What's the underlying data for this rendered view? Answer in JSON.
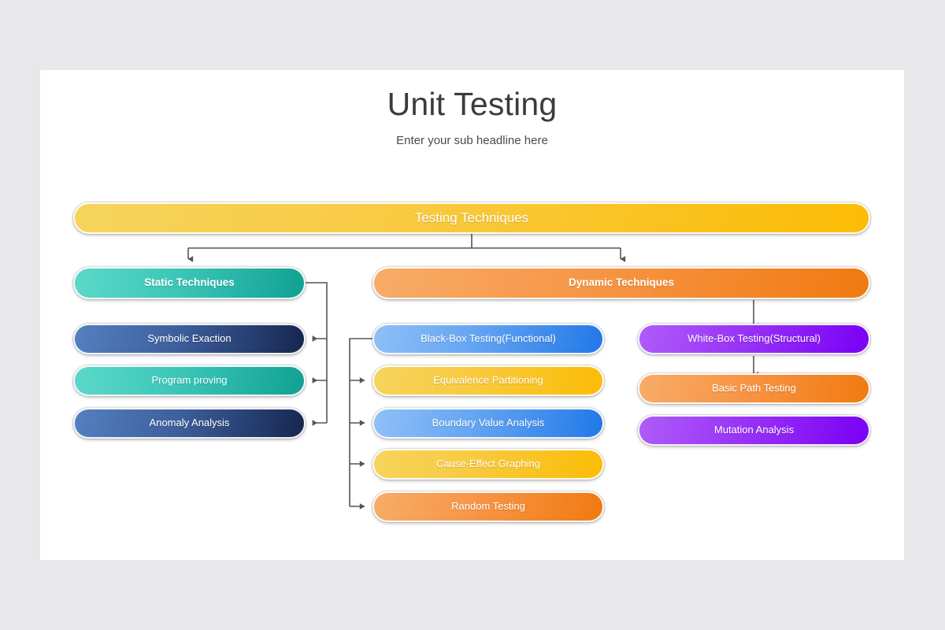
{
  "page": {
    "background_color": "#e8e8ea",
    "slide_background": "#ffffff"
  },
  "header": {
    "title": "Unit Testing",
    "subtitle": "Enter your sub headline here"
  },
  "diagram": {
    "type": "hierarchy-tree",
    "root": {
      "label": "Testing Techniques",
      "color": "#fcbc05",
      "palette": "gold"
    },
    "branches": [
      {
        "label": "Static Techniques",
        "color": "#10a193",
        "palette": "teal",
        "children": [
          {
            "label": "Symbolic Exaction",
            "color": "#16264f",
            "palette": "navy"
          },
          {
            "label": "Program proving",
            "color": "#10a193",
            "palette": "teal"
          },
          {
            "label": "Anomaly Analysis",
            "color": "#16264f",
            "palette": "navy"
          }
        ]
      },
      {
        "label": "Dynamic Techniques",
        "color": "#f07a10",
        "palette": "orange",
        "children": [
          {
            "label": "Black-Box Testing(Functional)",
            "color": "#2278e8",
            "palette": "blue"
          },
          {
            "label": "Equivalence Partitioning",
            "color": "#fcbc05",
            "palette": "gold"
          },
          {
            "label": "Boundary Value Analysis",
            "color": "#2278e8",
            "palette": "blue"
          },
          {
            "label": "Cause-Effect Graphing",
            "color": "#fcbc05",
            "palette": "gold"
          },
          {
            "label": "Random Testing",
            "color": "#f07a10",
            "palette": "orange"
          },
          {
            "label": "White-Box Testing(Structural)",
            "color": "#7a00f4",
            "palette": "purple"
          },
          {
            "label": "Basic Path Testing",
            "color": "#f07a10",
            "palette": "orange"
          },
          {
            "label": "Mutation Analysis",
            "color": "#7a00f4",
            "palette": "purple"
          }
        ]
      }
    ],
    "connector_color": "#555555"
  },
  "nodes": {
    "root": "Testing Techniques",
    "static": "Static Techniques",
    "dynamic": "Dynamic Techniques",
    "symbolic_exaction": "Symbolic Exaction",
    "program_proving": "Program proving",
    "anomaly_analysis": "Anomaly Analysis",
    "black_box": "Black-Box Testing(Functional)",
    "equivalence": "Equivalence Partitioning",
    "boundary": "Boundary Value Analysis",
    "cause_effect": "Cause-Effect Graphing",
    "random": "Random Testing",
    "white_box": "White-Box Testing(Structural)",
    "basic_path": "Basic Path Testing",
    "mutation": "Mutation Analysis"
  }
}
